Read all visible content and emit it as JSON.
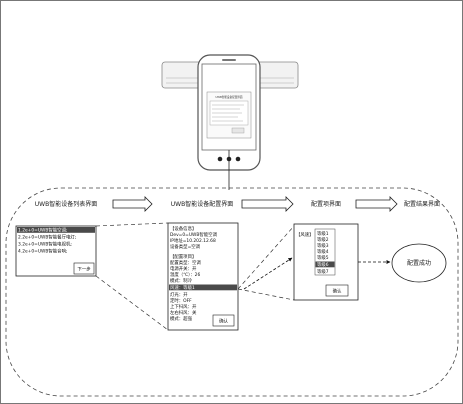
{
  "stage_titles": [
    "UWB智能设备列表界面",
    "UWB智能设备配置界面",
    "配置项界面",
    "配置结果界面"
  ],
  "phone": {
    "title": "UWB智能设备配置界面"
  },
  "device_list": {
    "items": [
      "1.2e+0=UWB智能空调;",
      "2.2e+0=UWB智能餐厅电灯;",
      "3.2e+0=UWB智能电视机;",
      "4.2e+0=UWB智能音响;"
    ],
    "next_label": "下一步"
  },
  "config_panel": {
    "info_header": "【设备信息】",
    "info_lines": [
      "Dev=0=UWB智能空调",
      "IP地址=10.202.12.68",
      "设备类型=空调"
    ],
    "items_header": "【配置项目】",
    "item_lines": [
      "配置类型：空调",
      "电源开关：开",
      "温度（℃）：26",
      "模式：制冷"
    ],
    "highlight_line": "风速：等级1",
    "more_lines": [
      "灯光：开",
      "定时：OFF",
      "上下扫风：开",
      "左右扫风：关",
      "模式：超强"
    ],
    "confirm_label": "确认"
  },
  "option_panel": {
    "header": "【风速】",
    "options": [
      "等级1",
      "等级2",
      "等级3",
      "等级4",
      "等级5",
      "等级6",
      "等级7"
    ],
    "selected_option": "等级6",
    "confirm_label": "确认"
  },
  "result_bubble": {
    "text": "配置成功"
  }
}
